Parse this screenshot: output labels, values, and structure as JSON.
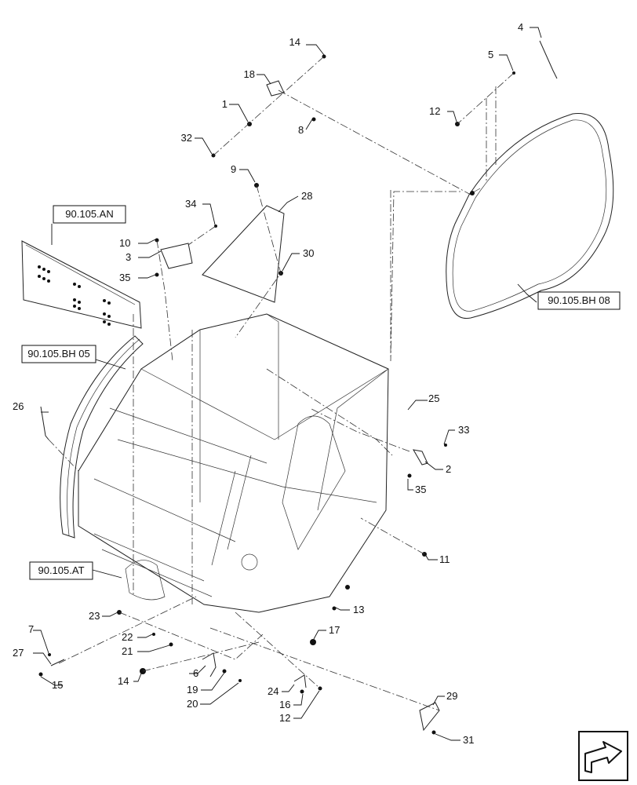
{
  "callouts": [
    {
      "id": "c1",
      "text": "1"
    },
    {
      "id": "c2",
      "text": "2"
    },
    {
      "id": "c3",
      "text": "3"
    },
    {
      "id": "c4",
      "text": "4"
    },
    {
      "id": "c5",
      "text": "5"
    },
    {
      "id": "c6",
      "text": "6"
    },
    {
      "id": "c7",
      "text": "7"
    },
    {
      "id": "c8",
      "text": "8"
    },
    {
      "id": "c9",
      "text": "9"
    },
    {
      "id": "c10",
      "text": "10"
    },
    {
      "id": "c11",
      "text": "11"
    },
    {
      "id": "c12a",
      "text": "12"
    },
    {
      "id": "c12b",
      "text": "12"
    },
    {
      "id": "c13",
      "text": "13"
    },
    {
      "id": "c14a",
      "text": "14"
    },
    {
      "id": "c14b",
      "text": "14"
    },
    {
      "id": "c15",
      "text": "15"
    },
    {
      "id": "c16",
      "text": "16"
    },
    {
      "id": "c17",
      "text": "17"
    },
    {
      "id": "c18",
      "text": "18"
    },
    {
      "id": "c19",
      "text": "19"
    },
    {
      "id": "c20",
      "text": "20"
    },
    {
      "id": "c21",
      "text": "21"
    },
    {
      "id": "c22",
      "text": "22"
    },
    {
      "id": "c23",
      "text": "23"
    },
    {
      "id": "c24",
      "text": "24"
    },
    {
      "id": "c25",
      "text": "25"
    },
    {
      "id": "c26",
      "text": "26"
    },
    {
      "id": "c27",
      "text": "27"
    },
    {
      "id": "c28",
      "text": "28"
    },
    {
      "id": "c29",
      "text": "29"
    },
    {
      "id": "c30",
      "text": "30"
    },
    {
      "id": "c31",
      "text": "31"
    },
    {
      "id": "c32",
      "text": "32"
    },
    {
      "id": "c33",
      "text": "33"
    },
    {
      "id": "c34",
      "text": "34"
    },
    {
      "id": "c35a",
      "text": "35"
    },
    {
      "id": "c35b",
      "text": "35"
    }
  ],
  "references": {
    "an": "90.105.AN",
    "bh05": "90.105.BH 05",
    "bh08": "90.105.BH 08",
    "at": "90.105.AT"
  },
  "nav_icon": "page-turn-arrow-icon"
}
